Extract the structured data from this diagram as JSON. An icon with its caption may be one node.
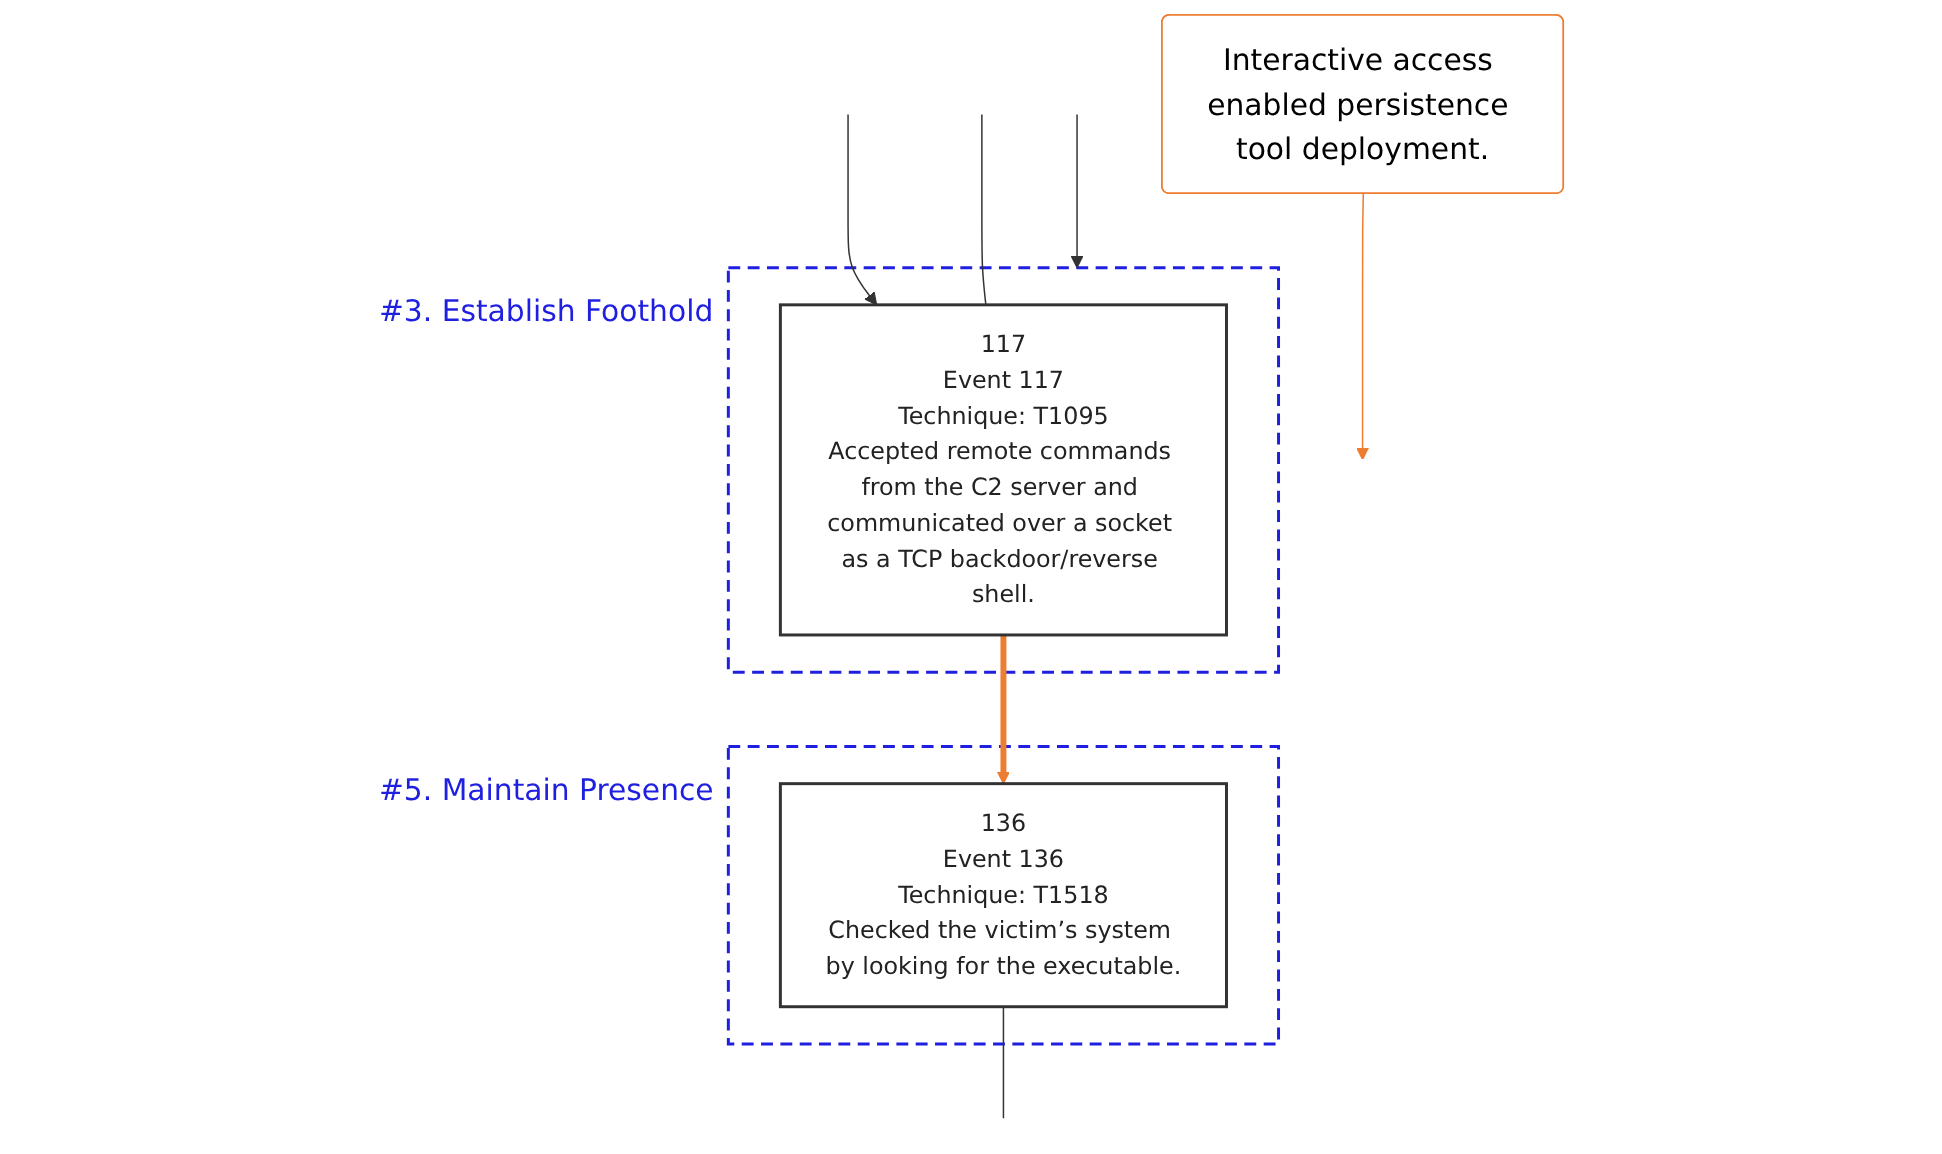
{
  "diagram": {
    "nodes": [
      {
        "text": [
          "#3. Establish Foothold"
        ]
      },
      {
        "text": [
          "117",
          "Event 117",
          "Technique: T1095",
          "Accepted remote commands from the C2 server and communicated over a socket as a TCP backdoor/reverse shell."
        ],
        "in": 0
      },
      {
        "text": [
          "#5. Maintain Presence"
        ]
      },
      {
        "text": [
          "136",
          "Event 136",
          "Technique: T1518",
          "Checked the victim’s system by looking for the executable."
        ],
        "in": 2
      },
      {
        "text": [
          "Interactive access enabled persistence tool deployment."
        ]
      }
    ],
    "edges": [
      {
        "from": null,
        "to": 0,
        "arrow": "to"
      },
      {
        "from": null,
        "to": 1,
        "arrow": "to"
      },
      {
        "from": null,
        "to": 1,
        "arrow": "none"
      },
      {
        "from": 1,
        "to": 3,
        "arrow": "to",
        "style": "thick",
        "color": "#ed7d31"
      },
      {
        "from": 3,
        "to": null,
        "arrow": "none"
      },
      {
        "from": 4,
        "to": null,
        "arrow": "to",
        "color": "#ed7d31"
      }
    ]
  }
}
